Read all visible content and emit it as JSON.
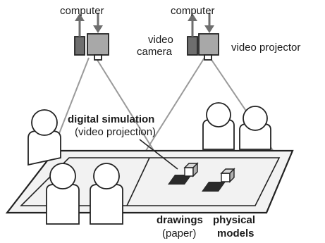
{
  "labels": {
    "computer_left": "computer",
    "computer_right": "computer",
    "video_camera_line1": "video",
    "video_camera_line2": "camera",
    "video_projector": "video projector",
    "digital_simulation_line1": "digital simulation",
    "digital_simulation_line2": "(video projection)",
    "drawings_line1": "drawings",
    "drawings_line2": "(paper)",
    "physical_models_line1": "physical",
    "physical_models_line2": "models"
  },
  "colors": {
    "device_fill": "#a8a8a8",
    "device_dark": "#6e6e6e",
    "outline": "#222222",
    "beam": "#9a9a9a",
    "table_fill": "#f2f2f2"
  }
}
